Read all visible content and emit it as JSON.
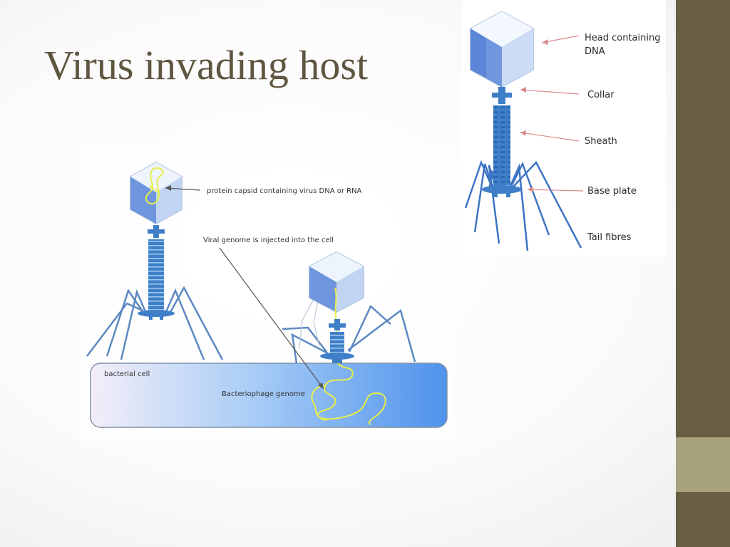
{
  "slide": {
    "title": "Virus invading host",
    "colors": {
      "sidebar": "#675e44",
      "sidebar_accent": "#a7a27c",
      "title": "#5f5640",
      "phage_blue": "#3f7fc8",
      "genome": "#e8ee4a"
    }
  },
  "left_diagram": {
    "capsid_label": "protein capsid containing virus DNA or RNA",
    "injection_label": "Viral genome is injected into the cell",
    "cell_label": "bacterial cell",
    "genome_label": "Bacteriophage genome"
  },
  "right_diagram": {
    "head_label_line1": "Head containing",
    "head_label_line2": "DNA",
    "collar_label": "Collar",
    "sheath_label": "Sheath",
    "base_plate_label": "Base plate",
    "tail_fibres_label": "Tail fibres"
  }
}
